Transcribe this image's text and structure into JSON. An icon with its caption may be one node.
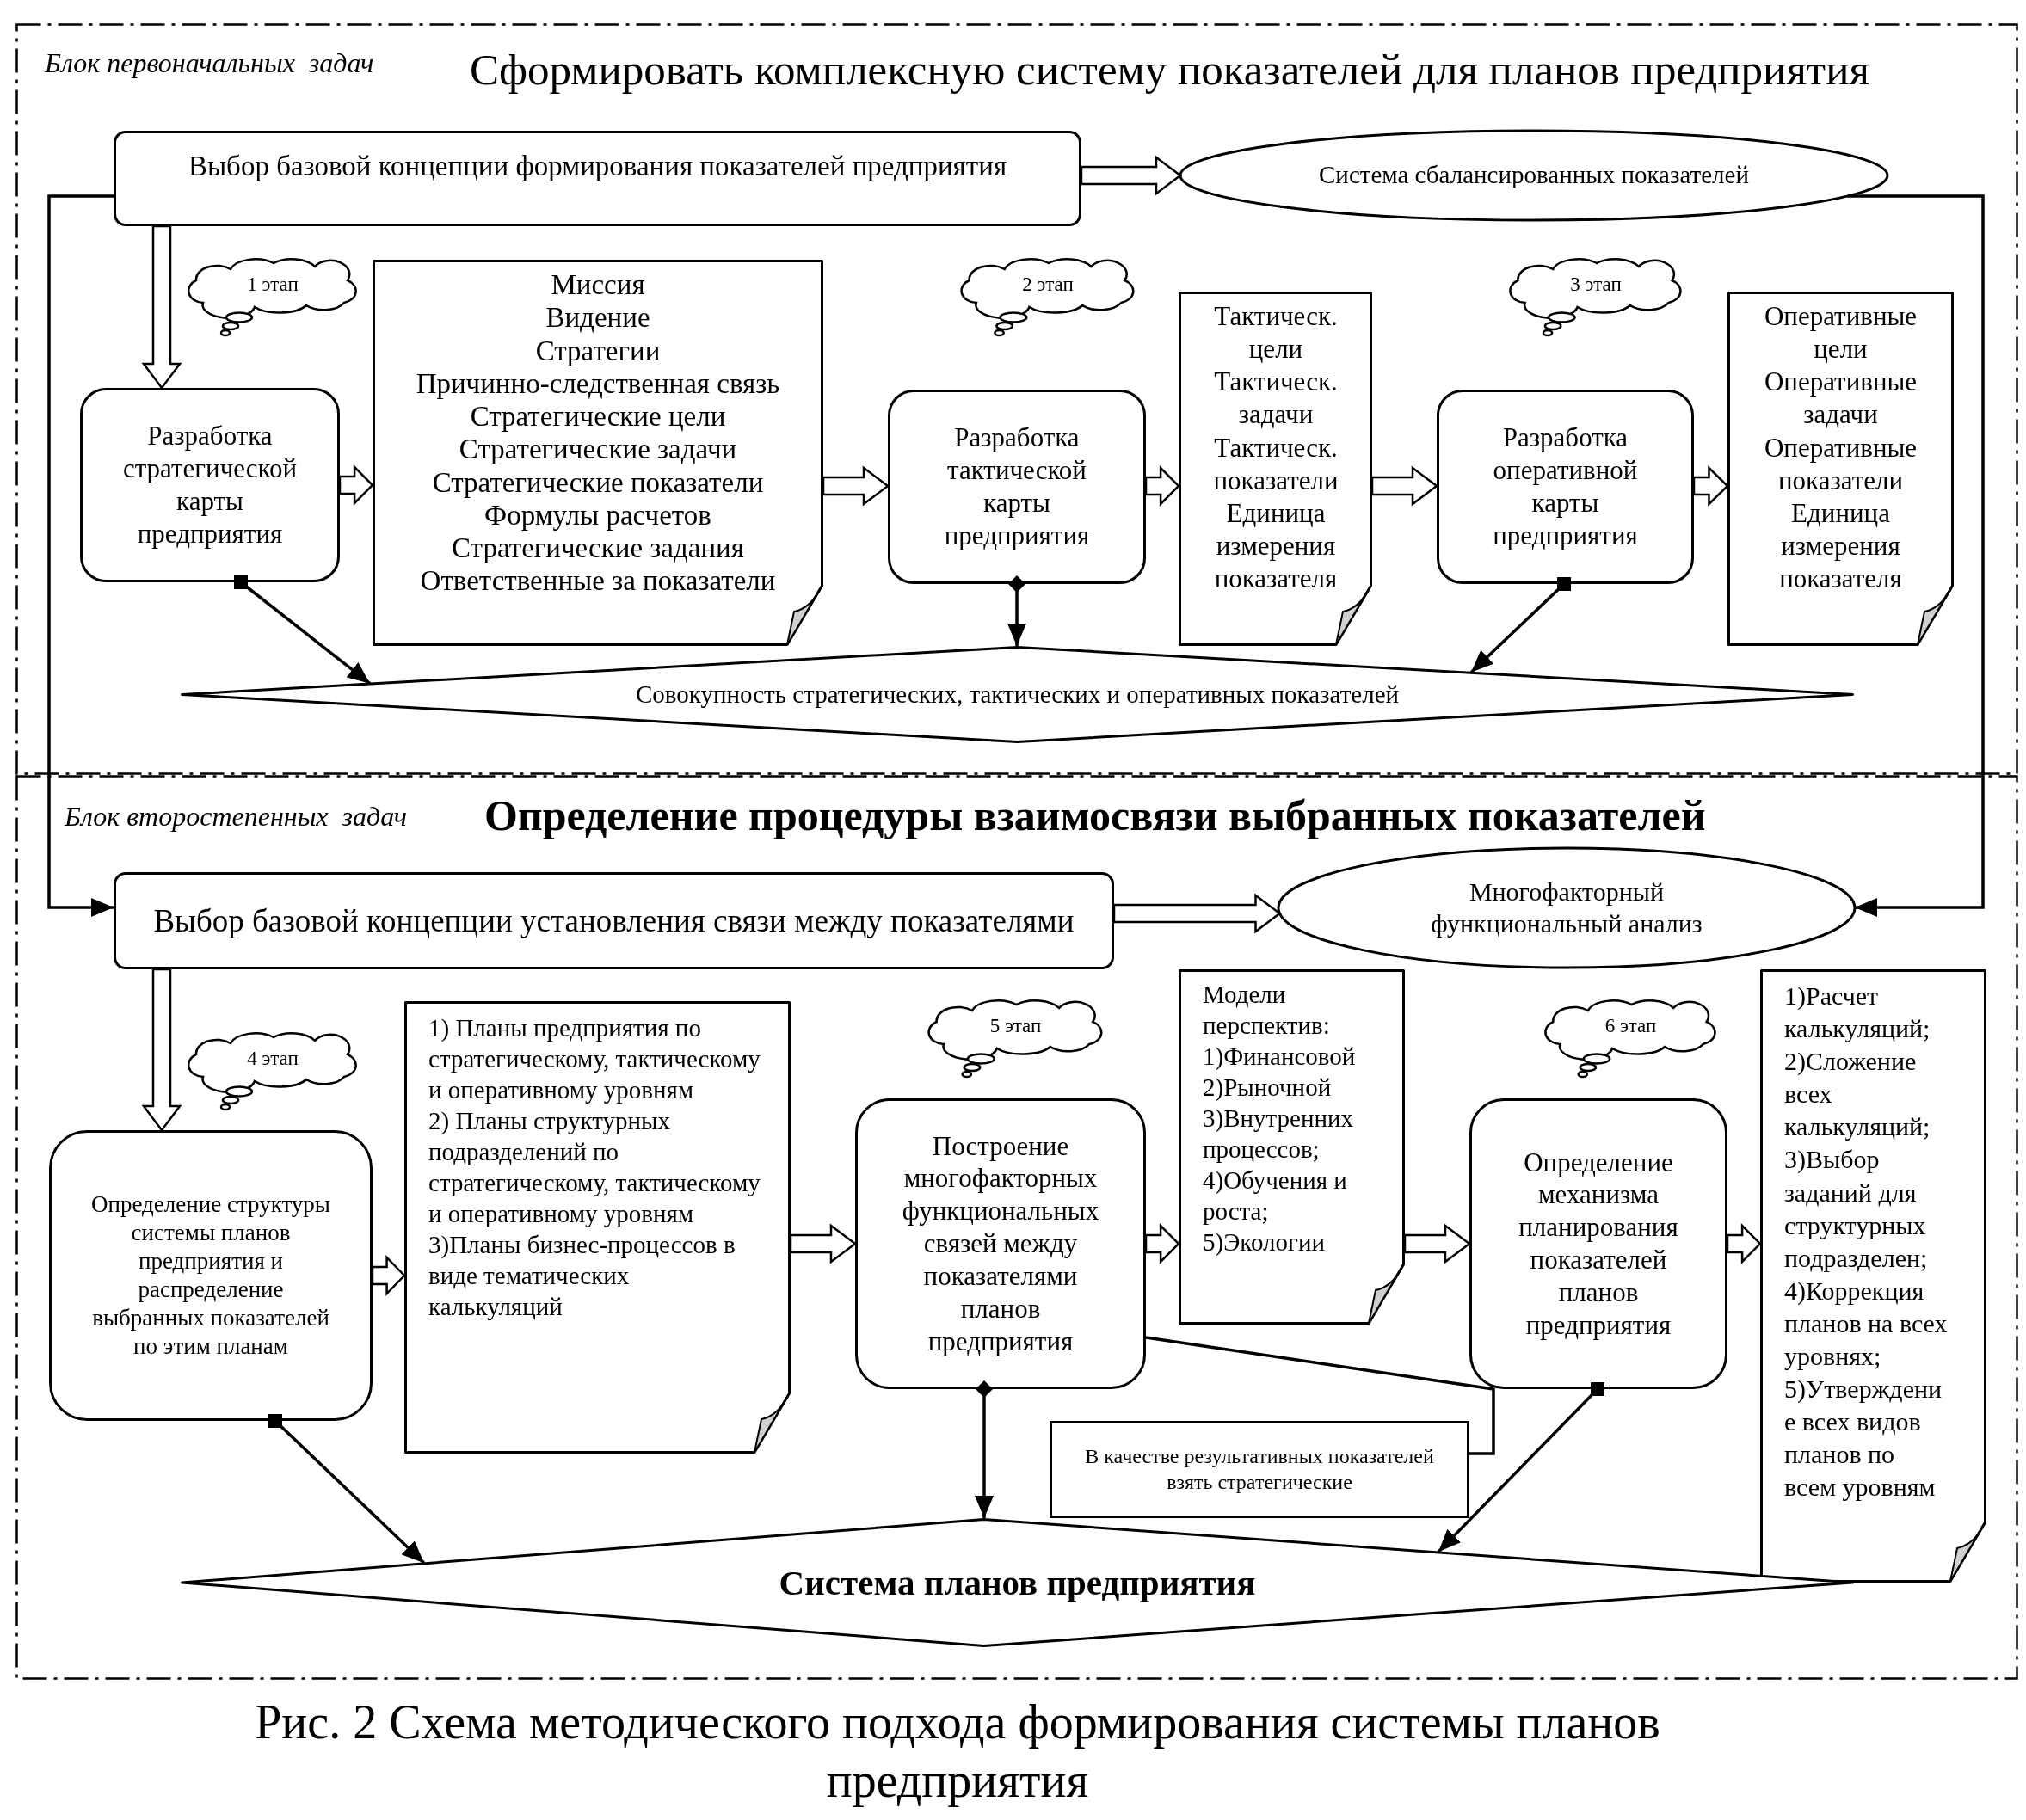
{
  "diagram": {
    "caption": "Рис. 2 Схема методического подхода формирования системы планов предприятия",
    "nodes": [
      {
        "text": [
          "Блок первоначальных  задач",
          "Сформировать комплексную систему показателей для планов предприятия"
        ]
      },
      {
        "text": [
          "Блок второстепенных  задач",
          "Определение процедуры взаимосвязи выбранных показателей"
        ]
      },
      {
        "text": [
          "Выбор базовой концепции формирования показателей предприятия"
        ],
        "in": 0
      },
      {
        "text": [
          "Система сбалансированных показателей"
        ],
        "in": 0
      },
      {
        "text": [
          "1 этап"
        ],
        "in": 0
      },
      {
        "text": [
          "Разработка стратегической карты предприятия"
        ],
        "in": 0
      },
      {
        "text": [
          "Миссия",
          "Видение",
          "Стратегии",
          "Причинно-следственная связь",
          "Стратегические цели",
          "Стратегические задачи",
          "Стратегические показатели",
          "Формулы расчетов",
          "Стратегические задания",
          "Ответственные за показатели"
        ],
        "in": 0
      },
      {
        "text": [
          "2 этап"
        ],
        "in": 0
      },
      {
        "text": [
          "Разработка тактической карты предприятия"
        ],
        "in": 0
      },
      {
        "text": [
          "Тактическ. цели",
          "Тактическ. задачи",
          "Тактическ. показатели",
          "Единица измерения показателя"
        ],
        "in": 0
      },
      {
        "text": [
          "3 этап"
        ],
        "in": 0
      },
      {
        "text": [
          "Разработка оперативной карты предприятия"
        ],
        "in": 0
      },
      {
        "text": [
          "Оперативные цели",
          "Оперативные задачи",
          "Оперативные показатели",
          "Единица измерения показателя"
        ],
        "in": 0
      },
      {
        "text": [
          "Совокупность стратегических, тактических и оперативных показателей"
        ],
        "in": 0
      },
      {
        "text": [
          "Выбор базовой концепции установления связи между показателями"
        ],
        "in": 1
      },
      {
        "text": [
          "Многофакторный функциональный анализ"
        ],
        "in": 1
      },
      {
        "text": [
          "4 этап"
        ],
        "in": 1
      },
      {
        "text": [
          "Определение структуры системы планов предприятия и распределение выбранных показателей по этим планам"
        ],
        "in": 1
      },
      {
        "text": [
          "1) Планы предприятия по стратегическому, тактическому и оперативному уровням",
          "2) Планы структурных подразделений по стратегическому, тактическому и оперативному уровням",
          "3)Планы бизнес-процессов в виде тематических калькуляций"
        ],
        "in": 1
      },
      {
        "text": [
          "5 этап"
        ],
        "in": 1
      },
      {
        "text": [
          "Построение многофакторных функциональных связей между показателями планов предприятия"
        ],
        "in": 1
      },
      {
        "text": [
          "Модели перспектив:",
          "1)Финансовой",
          "2)Рыночной",
          "3)Внутренних процессов;",
          "4)Обучения и роста;",
          "5)Экологии"
        ],
        "in": 1
      },
      {
        "text": [
          "6 этап"
        ],
        "in": 1
      },
      {
        "text": [
          "Определение механизма планирования показателей планов предприятия"
        ],
        "in": 1
      },
      {
        "text": [
          "1)Расчет калькуляций;",
          "2)Сложение всех калькуляций;",
          "3)Выбор заданий для структурных подразделен;",
          "4)Коррекция планов на всех уровнях;",
          "5)Утверждение всех видов планов по всем уровням"
        ],
        "in": 1
      },
      {
        "text": [
          "В качестве результативных показателей взять стратегические"
        ],
        "in": 1
      },
      {
        "text": [
          "Система планов предприятия"
        ],
        "in": 1
      }
    ],
    "edges": [
      {
        "from": 2,
        "to": 3,
        "arrow": "to",
        "style": "thick"
      },
      {
        "from": 2,
        "to": 5,
        "arrow": "to",
        "style": "thick"
      },
      {
        "from": 5,
        "to": 6,
        "arrow": "to",
        "style": "thick"
      },
      {
        "from": 6,
        "to": 8,
        "arrow": "to",
        "style": "thick"
      },
      {
        "from": 8,
        "to": 9,
        "arrow": "to",
        "style": "thick"
      },
      {
        "from": 9,
        "to": 11,
        "arrow": "to",
        "style": "thick"
      },
      {
        "from": 11,
        "to": 12,
        "arrow": "to",
        "style": "thick"
      },
      {
        "from": 5,
        "to": 13,
        "arrow": "to"
      },
      {
        "from": 8,
        "to": 13,
        "arrow": "to"
      },
      {
        "from": 11,
        "to": 13,
        "arrow": "to"
      },
      {
        "from": 2,
        "to": 14,
        "arrow": "to"
      },
      {
        "from": 3,
        "to": 15,
        "arrow": "to"
      },
      {
        "from": 14,
        "to": 15,
        "arrow": "to",
        "style": "thick"
      },
      {
        "from": 14,
        "to": 17,
        "arrow": "to",
        "style": "thick"
      },
      {
        "from": 17,
        "to": 18,
        "arrow": "to",
        "style": "thick"
      },
      {
        "from": 18,
        "to": 20,
        "arrow": "to",
        "style": "thick"
      },
      {
        "from": 20,
        "to": 21,
        "arrow": "to",
        "style": "thick"
      },
      {
        "from": 21,
        "to": 23,
        "arrow": "to",
        "style": "thick"
      },
      {
        "from": 23,
        "to": 24,
        "arrow": "to",
        "style": "thick"
      },
      {
        "from": 17,
        "to": 26,
        "arrow": "to"
      },
      {
        "from": 20,
        "to": 26,
        "arrow": "to"
      },
      {
        "from": 23,
        "to": 26,
        "arrow": "to"
      },
      {
        "from": 25,
        "to": 20,
        "arrow": "none"
      }
    ]
  }
}
